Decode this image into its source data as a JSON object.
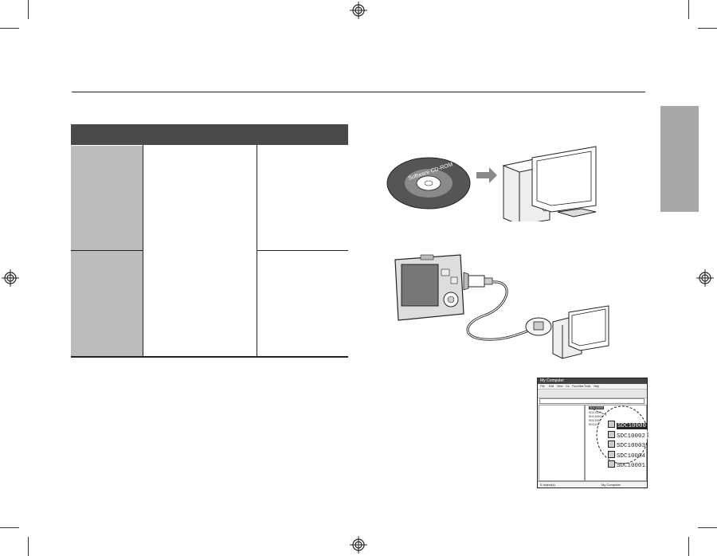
{
  "cd_label": "Software CD-ROM",
  "explorer": {
    "window_title": "My Computer",
    "menu": [
      "File",
      "Edit",
      "View",
      "Go",
      "Favorites",
      "Tools",
      "Help"
    ],
    "files": [
      "SDC10000",
      "SDC10001",
      "SDC10002",
      "SDC10003",
      "SDC10004"
    ],
    "zoom_files": [
      "SDC10000",
      "SDC10002",
      "SDC10003",
      "SDC10004",
      "SDC10001"
    ],
    "status_left": "5 object(s)",
    "status_right": "My Computer"
  },
  "colors": {
    "header": "#4a4a4a",
    "shade": "#bcbcbc",
    "tab": "#a8a8a8"
  }
}
